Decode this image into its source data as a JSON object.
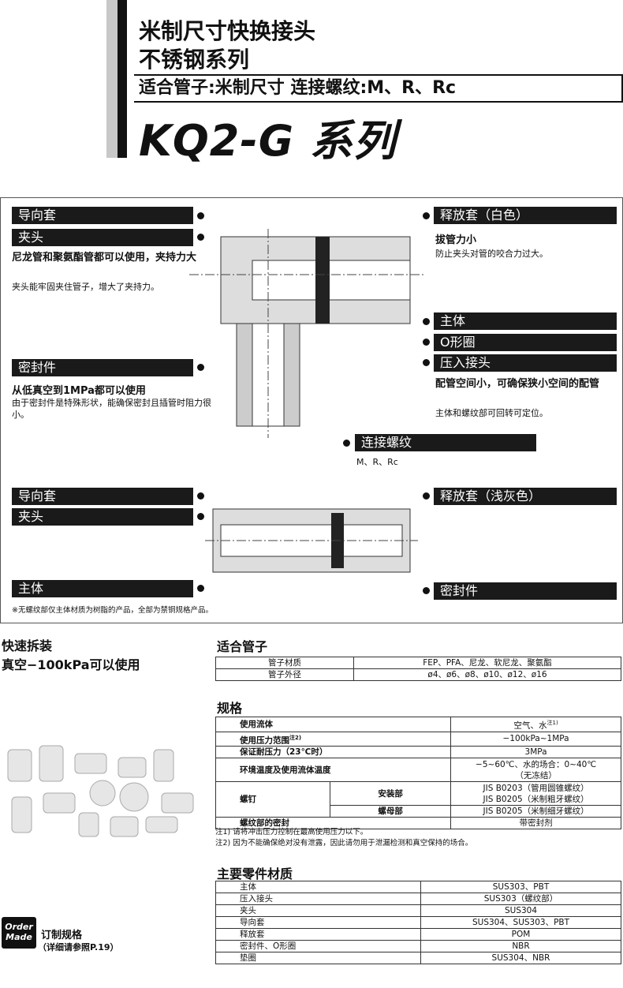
{
  "header": {
    "title_line1": "米制尺寸快换接头",
    "title_line2": "不锈钢系列",
    "subtitle": "适合管子:米制尺寸 连接螺纹:M、R、Rc",
    "series": "KQ2-G 系列"
  },
  "diagram_top": {
    "left": [
      {
        "label": "导向套"
      },
      {
        "label": "夹头",
        "bold": "尼龙管和聚氨酯管都可以使用，夹持力大",
        "desc": "夹头能牢固夹住管子，增大了夹持力。"
      },
      {
        "label": "密封件",
        "bold": "从低真空到1MPa都可以使用",
        "desc": "由于密封件是特殊形状，能确保密封且插管时阻力很小。"
      }
    ],
    "right": [
      {
        "label": "释放套（白色）",
        "bold": "拔管力小",
        "desc": "防止夹头对管的咬合力过大。"
      },
      {
        "label": "主体"
      },
      {
        "label": "O形圈"
      },
      {
        "label": "压入接头",
        "bold": "配管空间小，可确保狭小空间的配管",
        "desc": "主体和螺纹部可回转可定位。"
      }
    ],
    "thread": {
      "label": "连接螺纹",
      "value": "M、R、Rc"
    }
  },
  "diagram_bottom": {
    "left": [
      "导向套",
      "夹头",
      "主体"
    ],
    "right": [
      "释放套（浅灰色）",
      "密封件"
    ],
    "note": "※无螺纹部仅主体材质为树脂的产品，全部为禁铜规格产品。"
  },
  "features": {
    "line1": "快速拆装",
    "line2": "真空−100kPa可以使用"
  },
  "order": {
    "icon_text": "Order Made",
    "label": "订制规格",
    "ref": "（详细请参照P.19）"
  },
  "tube": {
    "title": "适合管子",
    "rows": [
      [
        "管子材质",
        "FEP、PFA、尼龙、软尼龙、聚氨酯"
      ],
      [
        "管子外径",
        "ø4、ø6、ø8、ø10、ø12、ø16"
      ]
    ]
  },
  "spec": {
    "title": "规格",
    "rows": {
      "fluid": [
        "使用流体",
        "空气、水",
        "注1)"
      ],
      "pressure": [
        "使用压力范围",
        "注2)",
        "−100kPa~1MPa"
      ],
      "proof": [
        "保证耐压力（23℃时）",
        "3MPa"
      ],
      "temp": [
        "环境温度及使用流体温度",
        "−5~60℃、水的场合：0~40℃",
        "（无冻结）"
      ],
      "screw": [
        "螺钉",
        "安装部",
        "JIS B0203（管用圆锥螺纹）",
        "JIS B0205（米制粗牙螺纹）",
        "螺母部",
        "JIS B0205（米制细牙螺纹）"
      ],
      "seal": [
        "螺纹部的密封",
        "带密封剂"
      ]
    },
    "notes": [
      "注1) 请将冲击压力控制在最高使用压力以下。",
      "注2) 因为不能确保绝对没有泄露，因此请勿用于泄漏检测和真空保持的场合。"
    ]
  },
  "materials": {
    "title": "主要零件材质",
    "rows": [
      [
        "主体",
        "SUS303、PBT"
      ],
      [
        "压入接头",
        "SUS303（螺纹部）"
      ],
      [
        "夹头",
        "SUS304"
      ],
      [
        "导向套",
        "SUS304、SUS303、PBT"
      ],
      [
        "释放套",
        "POM"
      ],
      [
        "密封件、O形圈",
        "NBR"
      ],
      [
        "垫圈",
        "SUS304、NBR"
      ]
    ]
  }
}
